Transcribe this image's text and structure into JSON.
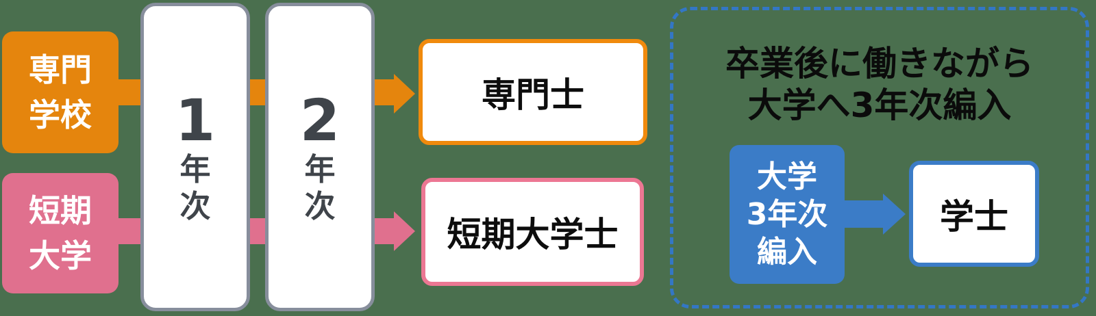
{
  "diagram": {
    "background_color": "#4A6F4E",
    "left_flow": {
      "sources": [
        {
          "name": "専門学校",
          "line1": "専門",
          "line2": "学校",
          "color": "#E5850D"
        },
        {
          "name": "短期大学",
          "line1": "短期",
          "line2": "大学",
          "color": "#E0708E"
        }
      ],
      "years": [
        {
          "number": "1",
          "suffix_char1": "年",
          "suffix_char2": "次"
        },
        {
          "number": "2",
          "suffix_char1": "年",
          "suffix_char2": "次"
        }
      ],
      "credentials": [
        {
          "label": "専門士",
          "border_color": "#F08A0D"
        },
        {
          "label": "短期大学士",
          "border_color": "#EC7793"
        }
      ]
    },
    "right_panel": {
      "border_color": "#3377C5",
      "title_line1": "卒業後に働きながら",
      "title_line2": "大学へ3年次編入",
      "transfer_box": {
        "line1": "大学",
        "line2": "3年次",
        "line3": "編入",
        "color": "#3B7CC7"
      },
      "credential": {
        "label": "学士",
        "border_color": "#3B7CC7"
      }
    },
    "colors": {
      "orange": "#E5850D",
      "pink": "#E0708E",
      "pink_light": "#EC7793",
      "blue": "#3B7CC7",
      "gray_column_border": "#878E9C",
      "year_text": "#3F444A",
      "black_text": "#0D0D0D"
    }
  }
}
